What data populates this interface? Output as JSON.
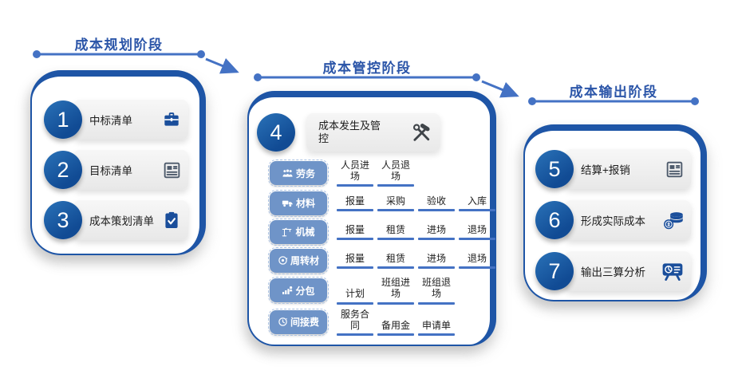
{
  "colors": {
    "title_blue": "#2b55a8",
    "connector_blue": "#4472c4",
    "card_border_blue": "#1e55a6",
    "circle_blue": "#114b94",
    "chip_blue": "#6f94c8",
    "underline_blue": "#4472c4"
  },
  "phases": [
    {
      "title": "成本规划阶段",
      "items": [
        {
          "num": "1",
          "label": "中标清单",
          "icon": "briefcase-icon"
        },
        {
          "num": "2",
          "label": "目标清单",
          "icon": "document-icon"
        },
        {
          "num": "3",
          "label": "成本策划清单",
          "icon": "clipboard-check-icon"
        }
      ]
    },
    {
      "title": "成本管控阶段",
      "header": {
        "num": "4",
        "label": "成本发生及管控",
        "icon": "tools-icon"
      },
      "rows": [
        {
          "category": "劳务",
          "icon": "workers-icon",
          "steps": [
            "人员进场",
            "人员退场"
          ]
        },
        {
          "category": "材料",
          "icon": "truck-icon",
          "steps": [
            "报量",
            "采购",
            "验收",
            "入库"
          ]
        },
        {
          "category": "机械",
          "icon": "crane-icon",
          "steps": [
            "报量",
            "租赁",
            "进场",
            "退场"
          ]
        },
        {
          "category": "周转材",
          "icon": "turnover-icon",
          "steps": [
            "报量",
            "租赁",
            "进场",
            "退场"
          ]
        },
        {
          "category": "分包",
          "icon": "team-icon",
          "steps": [
            "计划",
            "班组进场",
            "班组退场"
          ]
        },
        {
          "category": "间接费",
          "icon": "clock-fee-icon",
          "steps": [
            "服务合同",
            "备用金",
            "申请单"
          ]
        }
      ]
    },
    {
      "title": "成本输出阶段",
      "items": [
        {
          "num": "5",
          "label": "结算+报销",
          "icon": "document-icon"
        },
        {
          "num": "6",
          "label": "形成实际成本",
          "icon": "coins-icon"
        },
        {
          "num": "7",
          "label": "输出三算分析",
          "icon": "presentation-chart-icon"
        }
      ]
    }
  ]
}
